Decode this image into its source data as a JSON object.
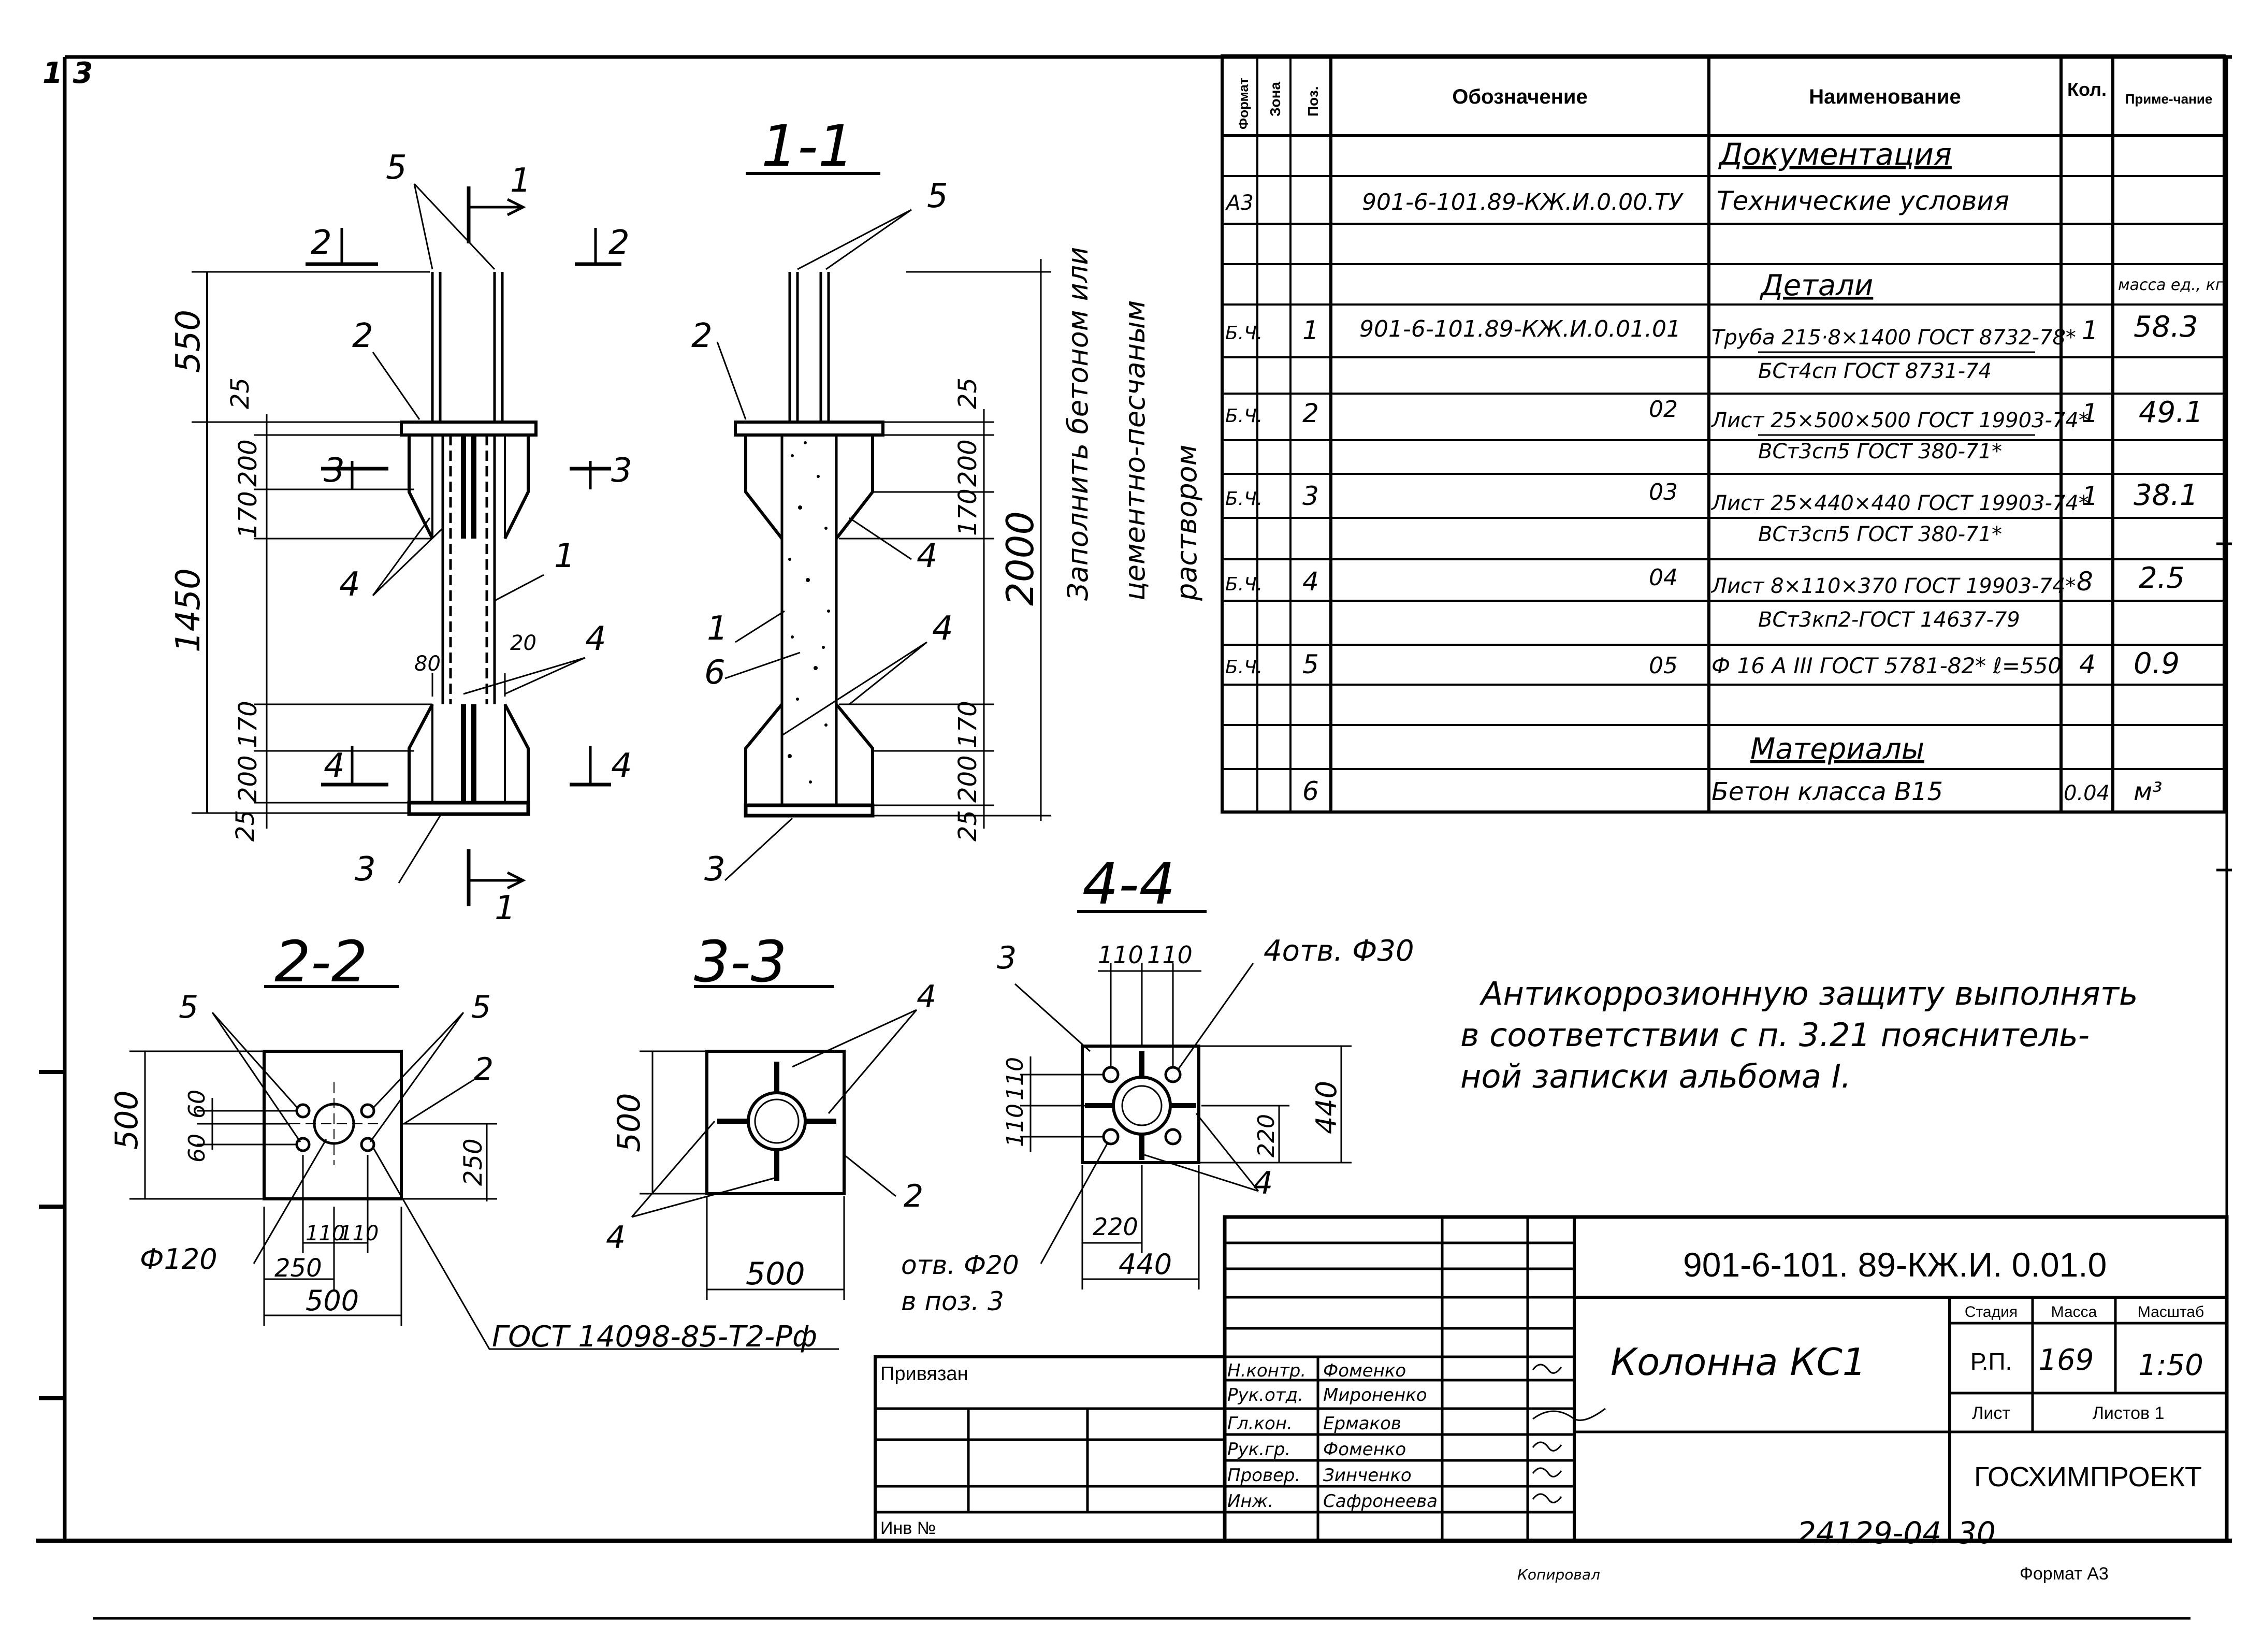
{
  "margin_marks": {
    "top": "1\n3"
  },
  "spec_table": {
    "headers": [
      "Формат",
      "Зона",
      "Поз.",
      "Обозначение",
      "Наименование",
      "Кол.",
      "Приме-чание"
    ],
    "rows": [
      {
        "format": "",
        "zone": "",
        "pos": "",
        "designation": "",
        "name": "Документация",
        "qty": "",
        "note": "",
        "kind": "section"
      },
      {
        "format": "А3",
        "zone": "",
        "pos": "",
        "designation": "901-6-101.89-КЖ.И.0.00.ТУ",
        "name": "Технические условия",
        "qty": "",
        "note": "",
        "kind": "item"
      },
      {
        "format": "",
        "zone": "",
        "pos": "",
        "designation": "",
        "name": "Детали",
        "qty": "",
        "note": "масса ед., кг",
        "kind": "section"
      },
      {
        "format": "Б.Ч.",
        "zone": "",
        "pos": "1",
        "designation": "901-6-101.89-КЖ.И.0.01.01",
        "name": "Труба 215·8×1400 ГОСТ 8732-78*",
        "name2": "БСт4сп ГОСТ 8731-74",
        "qty": "1",
        "note": "58.3",
        "kind": "item"
      },
      {
        "format": "Б.Ч.",
        "zone": "",
        "pos": "2",
        "designation": "02",
        "name": "Лист 25×500×500 ГОСТ 19903-74*",
        "name2": "ВСт3сп5 ГОСТ 380-71*",
        "qty": "1",
        "note": "49.1",
        "kind": "item"
      },
      {
        "format": "Б.Ч.",
        "zone": "",
        "pos": "3",
        "designation": "03",
        "name": "Лист 25×440×440 ГОСТ 19903-74*",
        "name2": "ВСт3сп5 ГОСТ 380-71*",
        "qty": "1",
        "note": "38.1",
        "kind": "item"
      },
      {
        "format": "Б.Ч.",
        "zone": "",
        "pos": "4",
        "designation": "04",
        "name": "Лист 8×110×370 ГОСТ 19903-74*",
        "name2": "ВСт3кп2-ГОСТ 14637-79",
        "qty": "8",
        "note": "2.5",
        "kind": "item"
      },
      {
        "format": "Б.Ч.",
        "zone": "",
        "pos": "5",
        "designation": "05",
        "name": "Ф 16 А III ГОСТ 5781-82* ℓ=550",
        "qty": "4",
        "note": "0.9",
        "kind": "item"
      },
      {
        "format": "",
        "zone": "",
        "pos": "",
        "designation": "",
        "name": "Материалы",
        "qty": "",
        "note": "",
        "kind": "section"
      },
      {
        "format": "",
        "zone": "",
        "pos": "6",
        "designation": "",
        "name": "Бетон класса В15",
        "qty": "0.04",
        "note": "м³",
        "kind": "item"
      }
    ]
  },
  "views": {
    "main": {
      "section_marks": [
        "1",
        "1",
        "2",
        "2",
        "3",
        "3",
        "4",
        "4"
      ],
      "dims": [
        "550",
        "1450",
        "25",
        "200",
        "170",
        "170",
        "200",
        "25",
        "80",
        "20"
      ],
      "callouts": [
        "5",
        "2",
        "4",
        "1",
        "4",
        "3"
      ]
    },
    "section_1_1": {
      "title": "1-1",
      "dims": [
        "25",
        "200",
        "170",
        "170",
        "200",
        "25",
        "2000"
      ],
      "callouts": [
        "5",
        "2",
        "4",
        "1",
        "6",
        "4",
        "3"
      ],
      "fill_note": [
        "Заполнить бетоном или",
        "цементно-песчаным",
        "раствором"
      ]
    },
    "section_2_2": {
      "title": "2-2",
      "dims": [
        "500",
        "60",
        "60",
        "250",
        "110",
        "110",
        "250",
        "500",
        "Ф120"
      ],
      "callouts": [
        "5",
        "5",
        "2"
      ],
      "gost": "ГОСТ 14098-85-Т2-Рф"
    },
    "section_3_3": {
      "title": "3-3",
      "dims": [
        "500",
        "500"
      ],
      "callouts": [
        "4",
        "2",
        "4"
      ]
    },
    "section_4_4": {
      "title": "4-4",
      "dims": [
        "110",
        "110",
        "110",
        "110",
        "440",
        "220",
        "220",
        "440"
      ],
      "callouts": [
        "3",
        "4"
      ],
      "holes": "4отв. Ф30",
      "hole2": [
        "отв. Ф20",
        "в поз. 3"
      ]
    }
  },
  "note": [
    "Антикоррозионную защиту выполнять",
    "в соответствии с п. 3.21 пояснитель-",
    "ной записки альбома I."
  ],
  "title_block": {
    "code": "901-6-101. 89-КЖ.И. 0.01.0",
    "name": "Колонна КС1",
    "stage_label": "Стадия",
    "mass_label": "Масса",
    "scale_label": "Масштаб",
    "stage": "Р.П.",
    "mass": "169",
    "scale": "1:50",
    "sheet_label": "Лист",
    "sheets_label": "Листов 1",
    "org": "ГОСХИМПРОЕКТ",
    "signatures": [
      {
        "role": "Н.контр.",
        "name": "Фоменко"
      },
      {
        "role": "Рук.отд.",
        "name": "Мироненко"
      },
      {
        "role": "Гл.кон.",
        "name": "Ермаков"
      },
      {
        "role": "Рук.гр.",
        "name": "Фоменко"
      },
      {
        "role": "Провер.",
        "name": "Зинченко"
      },
      {
        "role": "Инж.",
        "name": "Сафронеева"
      }
    ],
    "privyazan": "Привязан",
    "inv": "Инв №"
  },
  "footer": {
    "doc_no": "24129-04",
    "sheet": "30",
    "kopiroval": "Копировал",
    "format": "Формат А3"
  }
}
